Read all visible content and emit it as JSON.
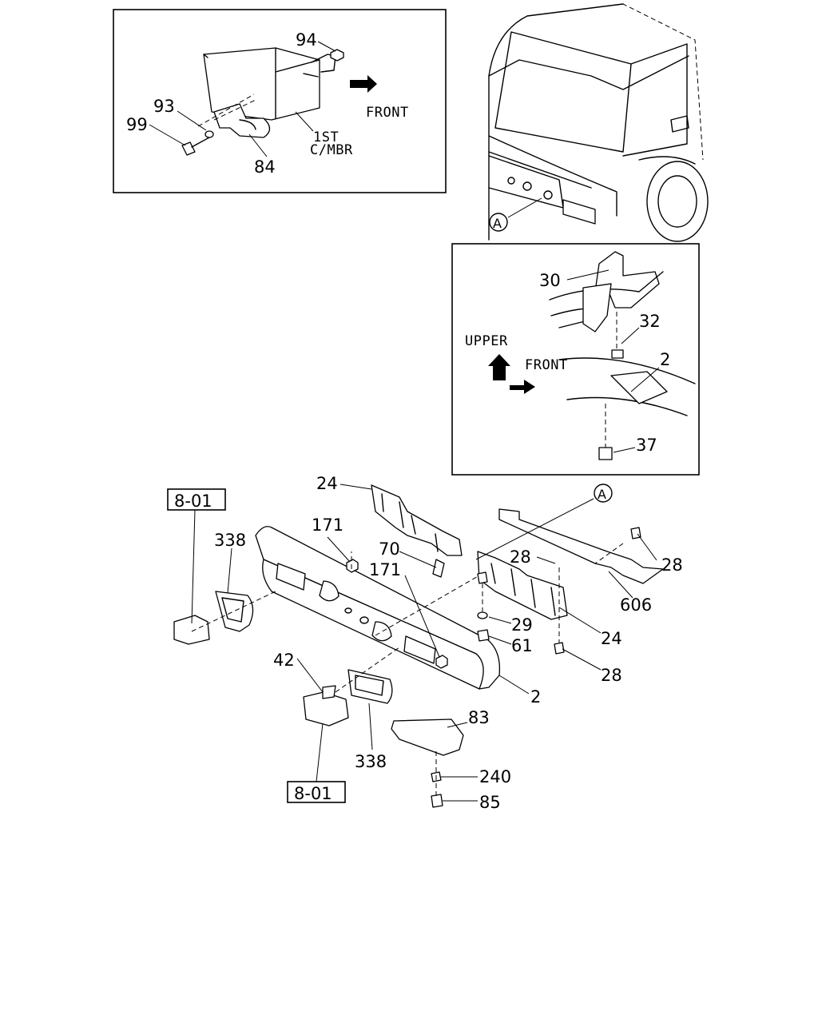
{
  "inset_top": {
    "callouts": [
      "94",
      "93",
      "99",
      "84"
    ],
    "text_front": "FRONT",
    "text_member_line1": "1ST",
    "text_member_line2": "C/MBR"
  },
  "inset_right": {
    "callouts": [
      "30",
      "32",
      "2",
      "37"
    ],
    "text_upper": "UPPER",
    "text_front": "FRONT"
  },
  "truck_view": {
    "detail_marker": "A"
  },
  "main_assembly": {
    "detail_marker": "A",
    "ref_box_top": "8-01",
    "ref_box_bottom": "8-01",
    "callouts": {
      "c24a": "24",
      "c171a": "171",
      "c338a": "338",
      "c70": "70",
      "c171b": "171",
      "c28a": "28",
      "c28b": "28",
      "c606": "606",
      "c29": "29",
      "c61": "61",
      "c24b": "24",
      "c28c": "28",
      "c42": "42",
      "c2": "2",
      "c83": "83",
      "c338b": "338",
      "c240": "240",
      "c85": "85"
    }
  }
}
